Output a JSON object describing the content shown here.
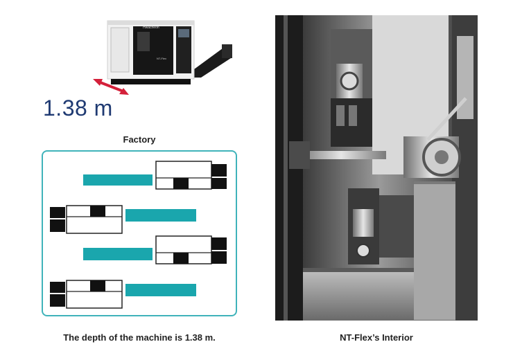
{
  "machine": {
    "brand_text": "Hwacheon",
    "model_text": "NT-Flex"
  },
  "depth": {
    "text": "1.38 m",
    "arrow_color": "#d4203a",
    "text_color": "#1f3a72"
  },
  "factory": {
    "label": "Factory",
    "accent_color": "#1aa6ad",
    "layout_rows": 4
  },
  "captions": {
    "left": "The depth of the machine is 1.38 m.",
    "right": "NT-Flex’s Interior"
  },
  "icons": [
    "depth-arrow-icon",
    "lathe-machine-icon"
  ]
}
